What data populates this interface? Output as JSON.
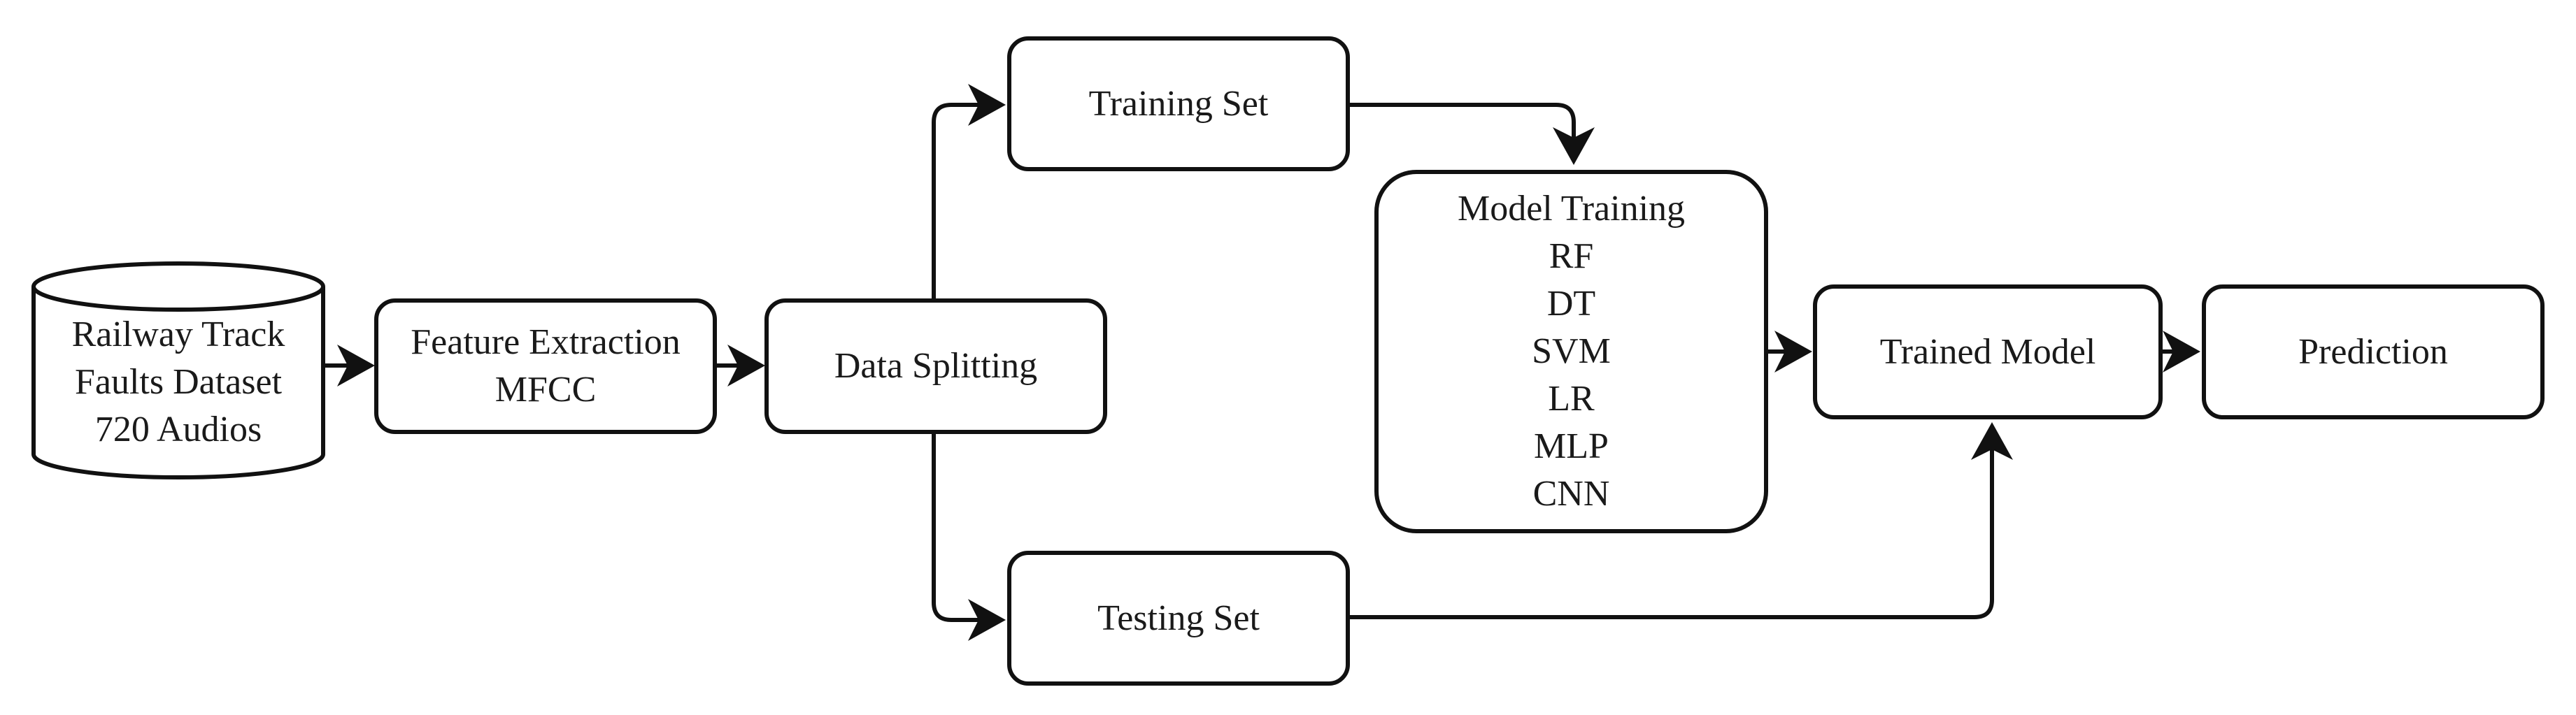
{
  "dataset": {
    "lines": [
      "Railway Track",
      "Faults Dataset",
      "720 Audios"
    ]
  },
  "feature_extraction": {
    "lines": [
      "Feature Extraction",
      "MFCC"
    ]
  },
  "data_splitting": {
    "label": "Data Splitting"
  },
  "training_set": {
    "label": "Training Set"
  },
  "testing_set": {
    "label": "Testing Set"
  },
  "model_training": {
    "title": "Model Training",
    "models": [
      "RF",
      "DT",
      "SVM",
      "LR",
      "MLP",
      "CNN"
    ]
  },
  "trained_model": {
    "label": "Trained Model"
  },
  "prediction": {
    "label": "Prediction"
  },
  "colors": {
    "stroke": "#111111",
    "fill": "#ffffff",
    "text": "#1a1a1a"
  }
}
